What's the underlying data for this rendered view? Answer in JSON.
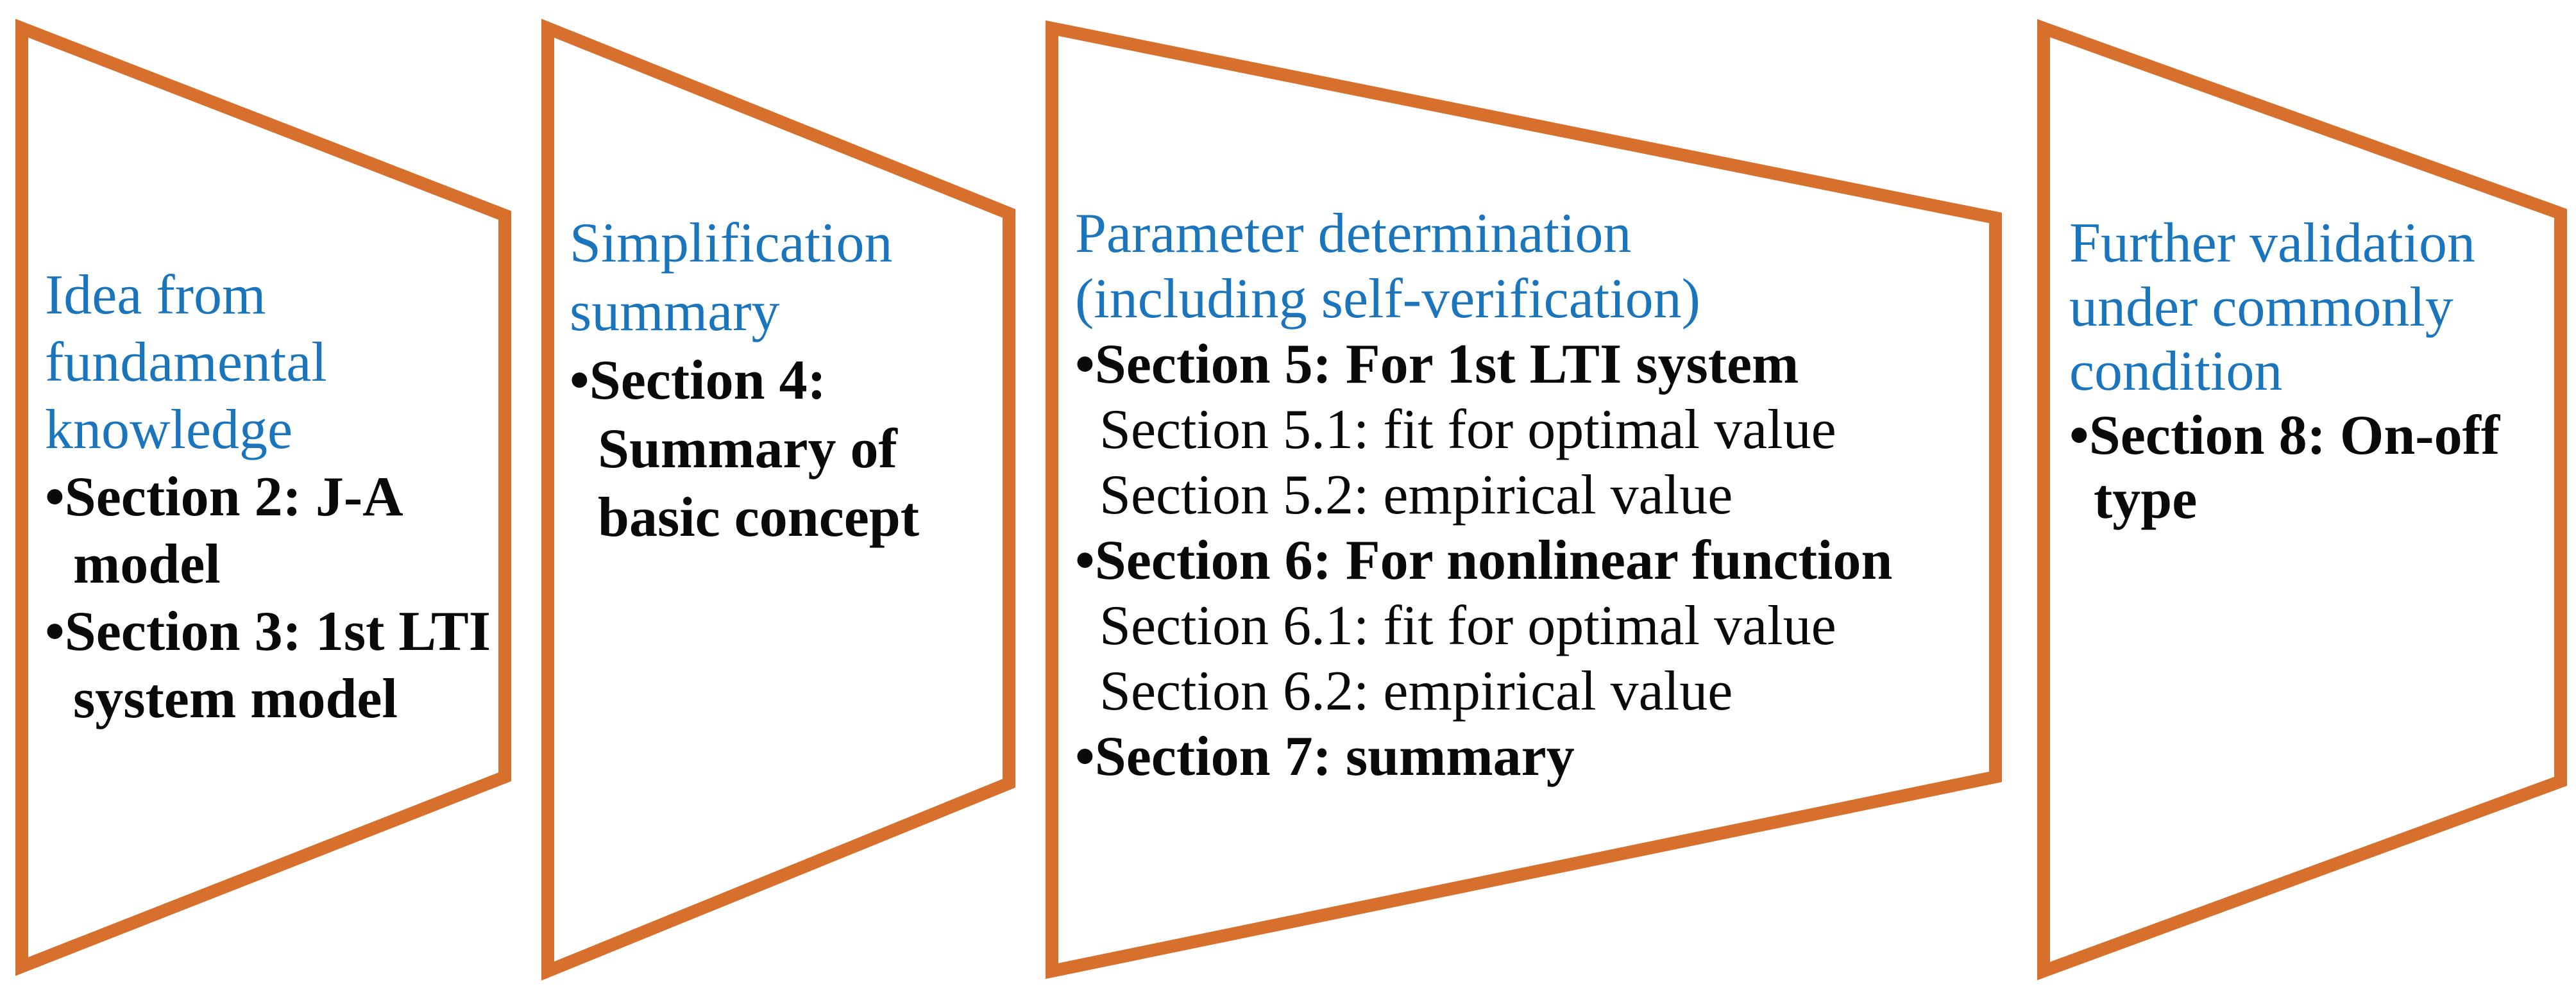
{
  "colors": {
    "outline_orange": "#D8702D",
    "heading_blue": "#1B75BC",
    "body_black": "#0A0A0A"
  },
  "stages": [
    {
      "lines": [
        "Idea from",
        "fundamental",
        "knowledge",
        "•Section 2: J-A",
        "model",
        "•Section 3: 1st LTI",
        "system model"
      ]
    },
    {
      "lines": [
        "Simplification",
        "summary",
        "•Section 4:",
        "Summary of",
        "basic concept"
      ]
    },
    {
      "lines": [
        "Parameter determination",
        "(including self-verification)",
        "•Section 5: For 1st LTI system",
        "Section 5.1: fit for optimal value",
        "Section 5.2: empirical value",
        "•Section 6: For nonlinear function",
        "Section 6.1: fit for optimal value",
        "Section 6.2: empirical value",
        "•Section 7: summary"
      ]
    },
    {
      "lines": [
        "Further validation",
        "under commonly",
        "condition",
        "•Section 8: On-off",
        "type"
      ]
    }
  ]
}
